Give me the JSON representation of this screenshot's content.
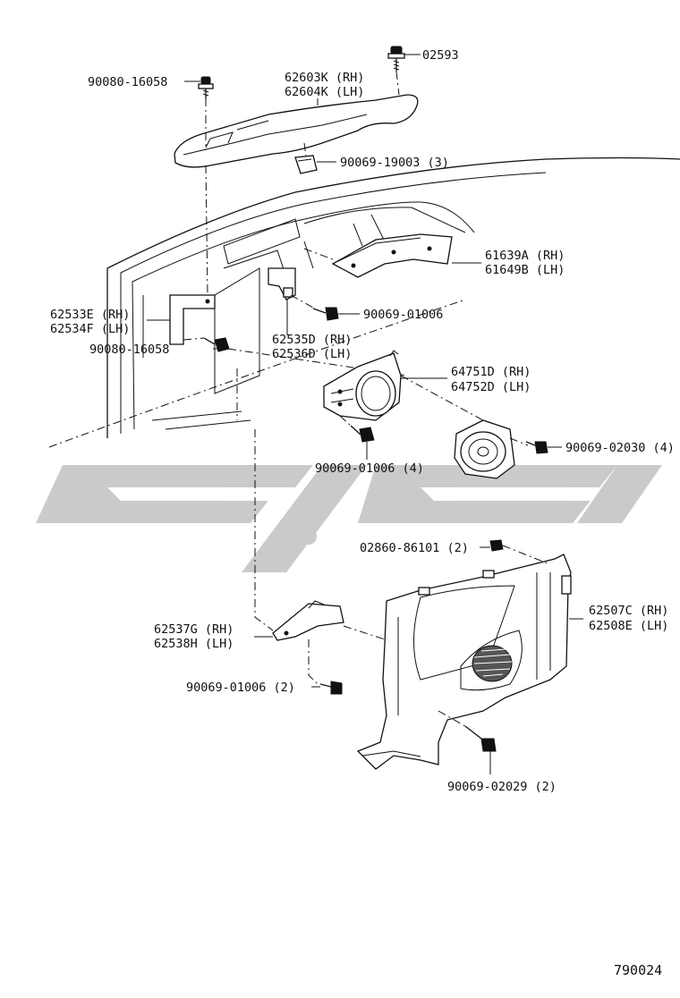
{
  "labels": {
    "p02593": "02593",
    "p90080_16058_top": "90080-16058",
    "p62603K": "62603K (RH)",
    "p62604K": "62604K (LH)",
    "p90069_19003": "90069-19003 (3)",
    "p61639A": "61639A (RH)",
    "p61649B": "61649B (LH)",
    "p62533E": "62533E (RH)",
    "p62534F": "62534F (LH)",
    "p90069_01006_a": "90069-01006",
    "p90080_16058_mid": "90080-16058",
    "p62535D": "62535D (RH)",
    "p62536D": "62536D (LH)",
    "p64751D": "64751D (RH)",
    "p64752D": "64752D (LH)",
    "p90069_01006_4": "90069-01006 (4)",
    "p90069_02030": "90069-02030 (4)",
    "p02860_86101": "02860-86101 (2)",
    "p62507C": "62507C (RH)",
    "p62508E": "62508E (LH)",
    "p62537G": "62537G (RH)",
    "p62538H": "62538H (LH)",
    "p90069_01006_2": "90069-01006 (2)",
    "p90069_02029": "90069-02029 (2)",
    "figure_number": "790024"
  },
  "watermark": {
    "color": "#c8c8c8"
  }
}
